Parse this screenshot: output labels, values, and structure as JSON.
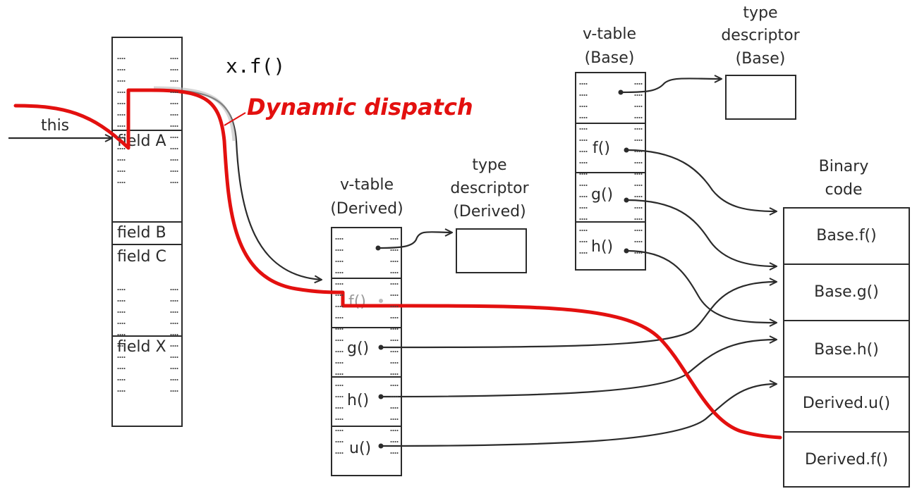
{
  "call_expression": "x.f()",
  "dispatch_label": "Dynamic dispatch",
  "this_label": "this",
  "object": {
    "fields": [
      "field A",
      "field B",
      "field C",
      "field X"
    ]
  },
  "vtable_derived": {
    "title_line1": "v-table",
    "title_line2": "(Derived)",
    "entries": [
      "f()",
      "g()",
      "h()",
      "u()"
    ]
  },
  "typedesc_derived": {
    "line1": "type",
    "line2": "descriptor",
    "line3": "(Derived)"
  },
  "vtable_base": {
    "title_line1": "v-table",
    "title_line2": "(Base)",
    "entries": [
      "f()",
      "g()",
      "h()"
    ]
  },
  "typedesc_base": {
    "line1": "type",
    "line2": "descriptor",
    "line3": "(Base)"
  },
  "binary_code": {
    "title_line1": "Binary",
    "title_line2": "code",
    "entries": [
      "Base.f()",
      "Base.g()",
      "Base.h()",
      "Derived.u()",
      "Derived.f()"
    ]
  },
  "colors": {
    "ink": "#2b2b2b",
    "dispatch": "#e3100f"
  }
}
